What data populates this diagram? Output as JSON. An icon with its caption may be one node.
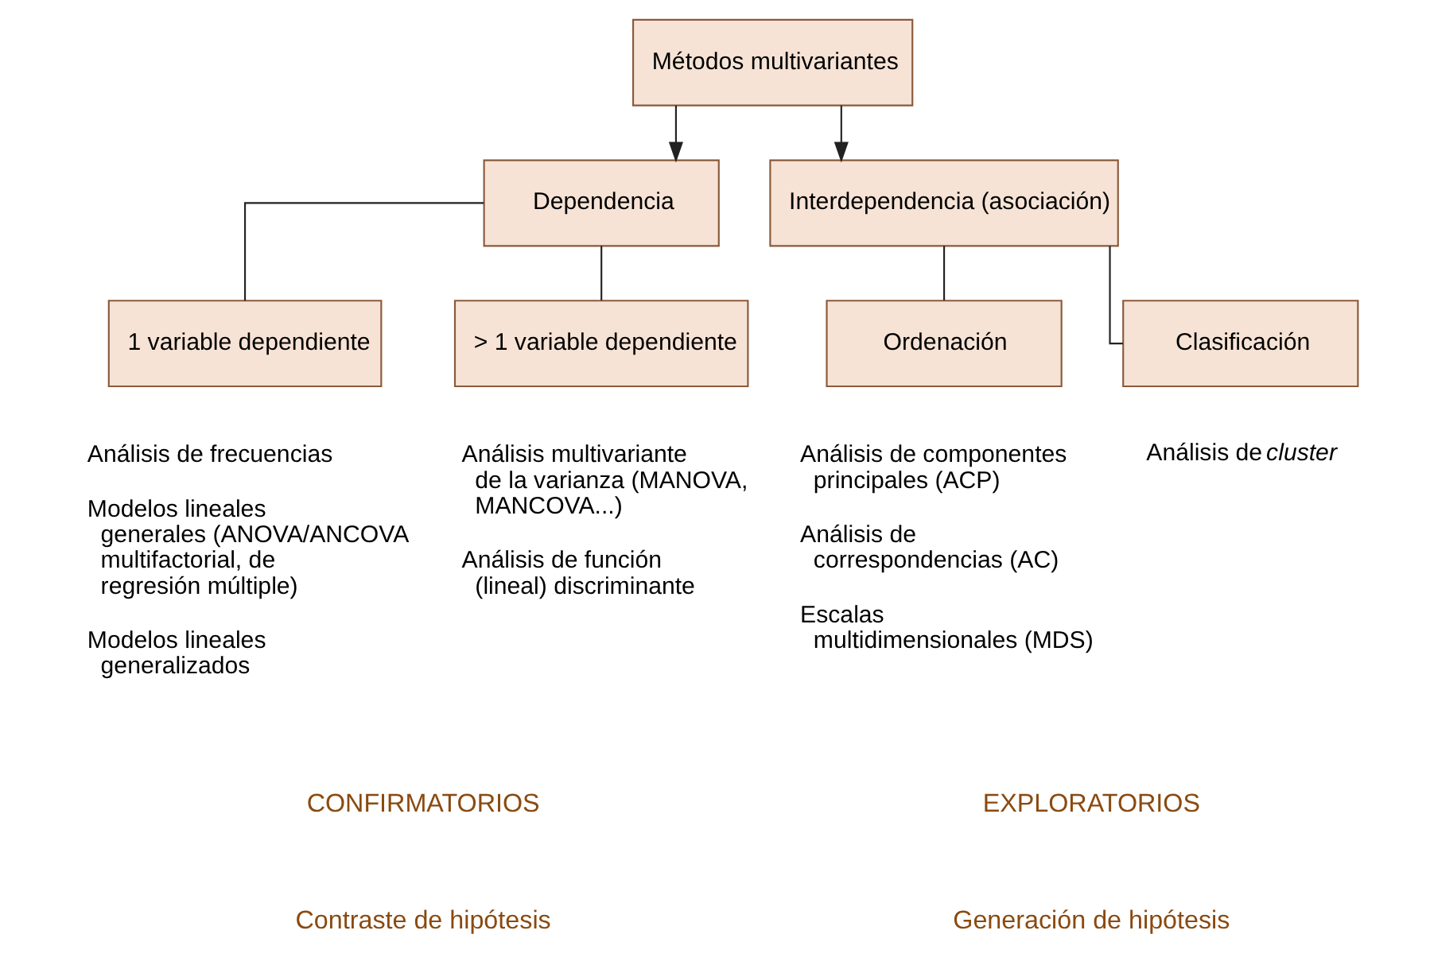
{
  "diagram": {
    "nodes": [
      {
        "text": [
          "Métodos multivariantes"
        ]
      },
      {
        "text": [
          "Dependencia"
        ]
      },
      {
        "text": [
          "Interdependencia (asociación)"
        ]
      },
      {
        "text": [
          "1 variable dependiente"
        ],
        "beside": [
          "Análisis de frecuencias",
          "Modelos lineales generales (ANOVA/ANCOVA multifactorial, de regresión múltiple)",
          "Modelos lineales generalizados"
        ]
      },
      {
        "text": [
          "> 1 variable dependiente"
        ],
        "beside": [
          "Análisis multivariante de la varianza (MANOVA, MANCOVA...)",
          "Análisis de función (lineal) discriminante"
        ]
      },
      {
        "text": [
          "Ordenación"
        ],
        "beside": [
          "Análisis de componentes principales (ACP)",
          "Análisis de correspondencias (AC)",
          "Escalas multidimensionales (MDS)"
        ]
      },
      {
        "text": [
          "Clasificación"
        ],
        "beside": [
          "Análisis de *cluster*"
        ]
      }
    ],
    "edges": [
      {
        "from": 0,
        "to": 1,
        "arrow": "to"
      },
      {
        "from": 0,
        "to": 2,
        "arrow": "to"
      },
      {
        "from": 1,
        "to": 3,
        "arrow": "none"
      },
      {
        "from": 1,
        "to": 4,
        "arrow": "none"
      },
      {
        "from": 2,
        "to": 5,
        "arrow": "none"
      },
      {
        "from": 2,
        "to": 6,
        "arrow": "none"
      }
    ],
    "labels": [
      "CONFIRMATORIOS",
      "Contraste de hipótesis",
      "EXPLORATORIOS",
      "Generación de hipótesis"
    ]
  }
}
